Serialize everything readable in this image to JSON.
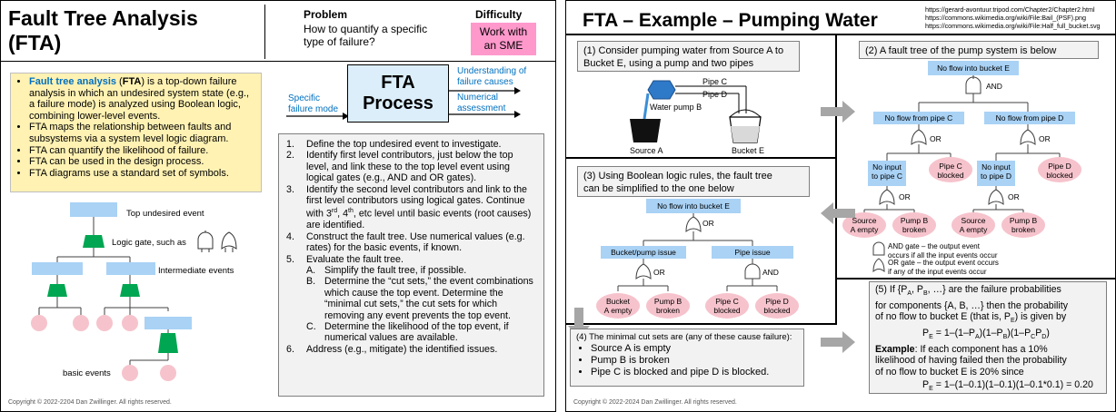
{
  "left": {
    "title_line1": "Fault Tree Analysis",
    "title_line2": "(FTA)",
    "problem_heading": "Problem",
    "problem_text_1": "How to quantify a specific",
    "problem_text_2": "type of failure?",
    "difficulty_heading": "Difficulty",
    "difficulty_badge_1": "Work with",
    "difficulty_badge_2": "an SME",
    "bullets": [
      "Fault tree analysis (FTA) is a top-down failure analysis in which an undesired system state (e.g., a failure mode) is analyzed using Boolean logic, combining lower-level events.",
      "FTA maps the relationship between faults and subsystems via a system level logic diagram.",
      "FTA can quantify the likelihood of failure.",
      "FTA can be used in the design process.",
      "FTA diagrams use a standard set of symbols."
    ],
    "bullet1_term": "Fault tree analysis",
    "bullet1_abbr": "FTA",
    "process_title_1": "FTA",
    "process_title_2": "Process",
    "input_label_1": "Specific",
    "input_label_2": "failure mode",
    "output_label_1a": "Understanding of",
    "output_label_1b": "failure causes",
    "output_label_2a": "Numerical",
    "output_label_2b": "assessment",
    "steps": [
      "Define the top undesired event to investigate.",
      "Identify first level contributors, just below the top level, and link these to the top level event using logical gates (e.g., AND and OR gates).",
      "Identify the second level contributors and link to the first level contributors using logical gates. Continue with 3rd, 4th, etc level until basic events (root causes) are identified.",
      "Construct the fault tree. Use numerical values (e.g. rates) for the basic events, if known.",
      "Evaluate the fault tree."
    ],
    "substeps": [
      "Simplify the fault tree, if possible.",
      "Determine the “cut sets,” the event combinations which cause the top event. Determine the “minimal cut sets,” the cut sets for which removing any event prevents the top event.",
      "Determine the likelihood of the top event, if numerical values are available."
    ],
    "step6": "Address (e.g., mitigate) the identified issues.",
    "legend_top": "Top undesired event",
    "legend_gate": "Logic gate, such as",
    "legend_intermediate": "Intermediate events",
    "legend_basic": "basic events",
    "copyright": "Copyright © 2022-2204 Dan Zwillinger. All rights reserved."
  },
  "right": {
    "title": "FTA – Example – Pumping Water",
    "urls": [
      "https://gerard-avontuur.tripod.com/Chapter2/Chapter2.html",
      "https://commons.wikimedia.org/wiki/File:Bail_(PSF).png",
      "https://commons.wikimedia.org/wiki/File:Half_full_bucket.svg"
    ],
    "p1_text_1": "(1) Consider pumping water from Source A to",
    "p1_text_2": "Bucket E, using a pump and two pipes",
    "pipe_c": "Pipe C",
    "pipe_d": "Pipe D",
    "water_pump": "Water pump B",
    "source_a": "Source A",
    "bucket_e": "Bucket E",
    "p2_text": "(2) A fault tree of the pump system is below",
    "top_event": "No flow into bucket E",
    "and": "AND",
    "or": "OR",
    "no_flow_c": "No flow from pipe C",
    "no_flow_d": "No flow from pipe D",
    "no_input_c_1": "No input",
    "no_input_c_2": "to pipe C",
    "no_input_d_1": "No input",
    "no_input_d_2": "to pipe D",
    "pipe_c_blocked_1": "Pipe C",
    "pipe_c_blocked_2": "blocked",
    "pipe_d_blocked_1": "Pipe D",
    "pipe_d_blocked_2": "blocked",
    "source_empty_1": "Source",
    "source_empty_2": "A empty",
    "pump_broken_1": "Pump B",
    "pump_broken_2": "broken",
    "and_legend_1": "AND gate – the output event",
    "and_legend_2": "occurs if all the input events occur",
    "or_legend_1": "OR gate – the output event occurs",
    "or_legend_2": "if any of the input events occur",
    "p3_text_1": "(3) Using Boolean logic rules, the fault tree",
    "p3_text_2": "can be simplified to the one below",
    "bucket_pump_issue": "Bucket/pump issue",
    "pipe_issue": "Pipe issue",
    "bucket_empty_1": "Bucket",
    "bucket_empty_2": "A empty",
    "p4_intro": "(4) The minimal cut sets are (any of these cause failure):",
    "p4_items": [
      "Source A is empty",
      "Pump B is broken",
      "Pipe C is blocked and pipe D is blocked."
    ],
    "p5_lines": [
      "(5) If {P",
      "} are the failure probabilities",
      "for components {A, B, …} then the probability",
      "of no flow to bucket E (that is, P",
      ") is given by"
    ],
    "p5_formula": "P",
    "p5_example_label": "Example",
    "p5_example_1": ": If each component has a 10%",
    "p5_example_2": "likelihood of having failed then the probability",
    "p5_example_3": "of no flow to bucket E is 20% since",
    "p5_final": "= 1–(1–0.1)(1–0.1)(1–0.1*0.1) = 0.20",
    "copyright": "Copyright © 2022-2024 Dan Zwillinger. All rights reserved."
  },
  "colors": {
    "accent_blue": "#0070c0",
    "event_blue": "#a9d2f5",
    "gate_green": "#00a651",
    "basic_pink": "#f6c3cc",
    "badge_pink": "#ff99cc",
    "yellow_box": "#fff2b3",
    "process_blue": "#dbeefa",
    "arrow_gray": "#a6a6a6"
  }
}
